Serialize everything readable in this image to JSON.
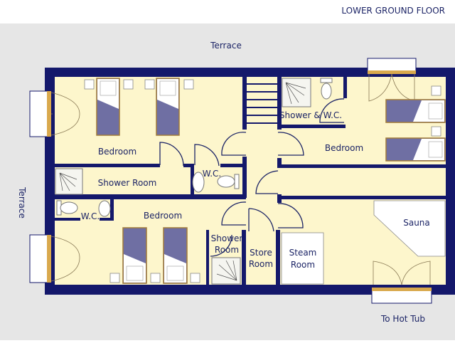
{
  "title": "LOWER GROUND FLOOR",
  "outside": {
    "terrace_top": "Terrace",
    "terrace_left": "Terrace",
    "hot_tub": "To Hot Tub"
  },
  "rooms": {
    "bedroom_top_left": "Bedroom",
    "shower_room": "Shower Room",
    "wc_top": "W.C.",
    "wc_bottom": "W.C.",
    "bedroom_bottom_left": "Bedroom",
    "shower_room_small_1": "Shower",
    "shower_room_small_2": "Room",
    "store_room_1": "Store",
    "store_room_2": "Room",
    "steam_room_1": "Steam",
    "steam_room_2": "Room",
    "sauna": "Sauna",
    "shower_wc": "Shower & W.C.",
    "bedroom_right": "Bedroom"
  },
  "colors": {
    "wall": "#14186b",
    "floor": "#fdf6cc",
    "ground": "#e6e6e6",
    "bed": "#6f6fa3"
  }
}
